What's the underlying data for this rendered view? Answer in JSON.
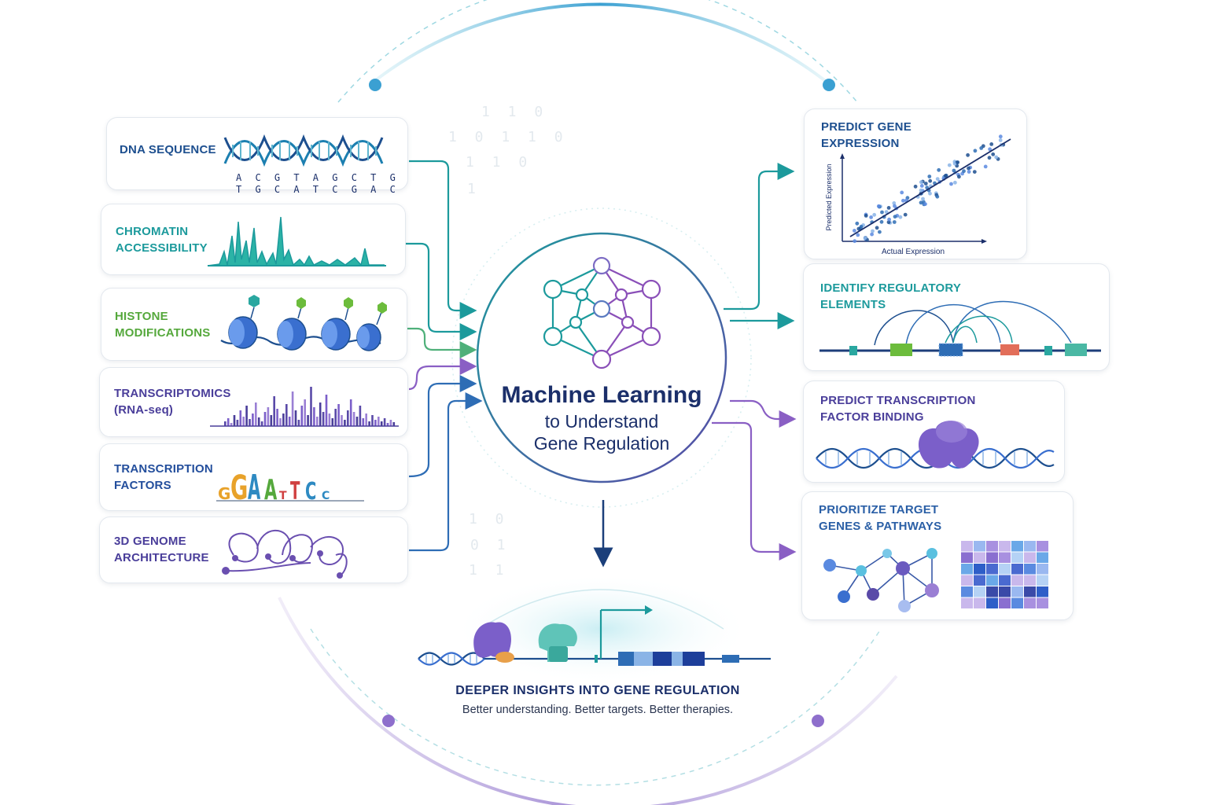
{
  "title": {
    "line1": "Machine Learning",
    "line2": "to Understand",
    "line3": "Gene Regulation"
  },
  "inputs": [
    {
      "label": "DNA SEQUENCE",
      "color": "#1d4f8f"
    },
    {
      "label": "CHROMATIN\nACCESSIBILITY",
      "color": "#1c9a9c"
    },
    {
      "label": "HISTONE\nMODIFICATIONS",
      "color": "#55a83c"
    },
    {
      "label": "TRANSCRIPTOMICS\n(RNA-seq)",
      "color": "#4a3e9a"
    },
    {
      "label": "TRANSCRIPTION\nFACTORS",
      "color": "#234e9c"
    },
    {
      "label": "3D GENOME\nARCHITECTURE",
      "color": "#4a3e9a"
    }
  ],
  "dna": {
    "top_bases": "A C G T A G C T G",
    "bottom_bases": "T G C A T C G A C"
  },
  "motif_letters": [
    "G",
    "G",
    "A",
    "A",
    "T",
    "T",
    "C",
    "C"
  ],
  "outputs": [
    {
      "label": "PREDICT GENE\nEXPRESSION",
      "color": "#1d4f8f"
    },
    {
      "label": "IDENTIFY REGULATORY\nELEMENTS",
      "color": "#1c9a9c"
    },
    {
      "label": "PREDICT TRANSCRIPTION\nFACTOR BINDING",
      "color": "#4a3e9a"
    },
    {
      "label": "PRIORITIZE TARGET\nGENES & PATHWAYS",
      "color": "#2a5fa6"
    }
  ],
  "scatter": {
    "xlabel": "Actual Expression",
    "ylabel": "Predicted Expression"
  },
  "footer": {
    "title": "DEEPER INSIGHTS INTO GENE REGULATION",
    "subtitle": "Better understanding. Better targets. Better therapies."
  },
  "binary_deco": [
    "1 1 0",
    "1 0 1 1 0",
    "1 1 0",
    "1",
    "1 0",
    "0 1",
    "1 1"
  ],
  "colors": {
    "navy": "#1b2f6a",
    "teal": "#1c9a9c",
    "blue": "#2e6db5",
    "purple": "#7a5bbf",
    "green": "#55a83c"
  }
}
